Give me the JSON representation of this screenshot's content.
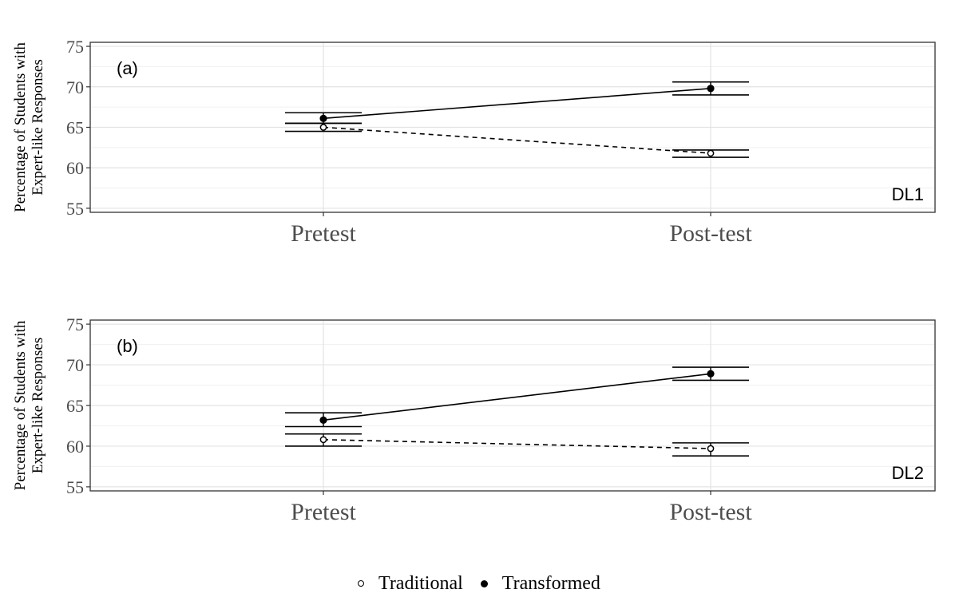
{
  "legend": {
    "items": [
      {
        "label": "Traditional",
        "marker": "open-circle"
      },
      {
        "label": "Transformed",
        "marker": "filled-circle"
      }
    ]
  },
  "colors": {
    "ink": "#000000",
    "grid_major": "#e3e3e3",
    "grid_minor": "#f0f0f0",
    "panel_border": "#333333",
    "background": "#ffffff"
  },
  "chart_data": [
    {
      "type": "line",
      "panel_label": "(a)",
      "facet_label": "DL1",
      "ylabel_lines": [
        "Percentage of Students with",
        "Expert-like Responses"
      ],
      "categories": [
        "Pretest",
        "Post-test"
      ],
      "ylim": [
        54.5,
        75.5
      ],
      "yticks": [
        55,
        60,
        65,
        70,
        75
      ],
      "grid": true,
      "series": [
        {
          "name": "Traditional",
          "marker": "open-circle",
          "line": "dashed",
          "values": [
            65.0,
            61.8
          ],
          "ci_low": [
            64.5,
            61.3
          ],
          "ci_high": [
            65.5,
            62.2
          ]
        },
        {
          "name": "Transformed",
          "marker": "filled-circle",
          "line": "solid",
          "values": [
            66.1,
            69.8
          ],
          "ci_low": [
            65.5,
            69.0
          ],
          "ci_high": [
            66.8,
            70.6
          ]
        }
      ]
    },
    {
      "type": "line",
      "panel_label": "(b)",
      "facet_label": "DL2",
      "ylabel_lines": [
        "Percentage of Students with",
        "Expert-like Responses"
      ],
      "categories": [
        "Pretest",
        "Post-test"
      ],
      "ylim": [
        54.5,
        75.5
      ],
      "yticks": [
        55,
        60,
        65,
        70,
        75
      ],
      "grid": true,
      "series": [
        {
          "name": "Traditional",
          "marker": "open-circle",
          "line": "dashed",
          "values": [
            60.8,
            59.7
          ],
          "ci_low": [
            60.0,
            58.8
          ],
          "ci_high": [
            61.5,
            60.4
          ]
        },
        {
          "name": "Transformed",
          "marker": "filled-circle",
          "line": "solid",
          "values": [
            63.2,
            68.9
          ],
          "ci_low": [
            62.4,
            68.1
          ],
          "ci_high": [
            64.1,
            69.7
          ]
        }
      ]
    }
  ]
}
